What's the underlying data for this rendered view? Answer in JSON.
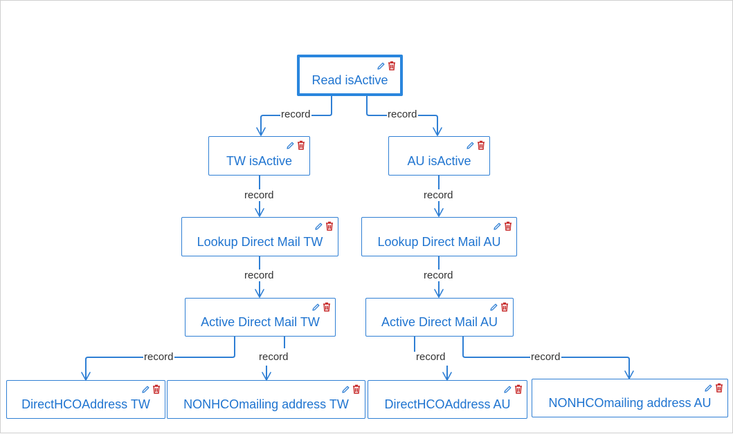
{
  "diagram": {
    "nodes": [
      {
        "id": "read",
        "label": "Read isActive",
        "selected": true
      },
      {
        "id": "tw",
        "label": "TW isActive"
      },
      {
        "id": "au",
        "label": "AU isActive"
      },
      {
        "id": "lookup_tw",
        "label": "Lookup Direct Mail TW"
      },
      {
        "id": "lookup_au",
        "label": "Lookup Direct Mail AU"
      },
      {
        "id": "active_tw",
        "label": "Active Direct Mail TW"
      },
      {
        "id": "active_au",
        "label": "Active Direct Mail AU"
      },
      {
        "id": "hco_tw",
        "label": "DirectHCOAddress TW"
      },
      {
        "id": "nonhco_tw",
        "label": "NONHCOmailing address TW"
      },
      {
        "id": "hco_au",
        "label": "DirectHCOAddress AU"
      },
      {
        "id": "nonhco_au",
        "label": "NONHCOmailing address AU"
      }
    ],
    "edges": [
      {
        "from": "read",
        "to": "tw",
        "label": "record"
      },
      {
        "from": "read",
        "to": "au",
        "label": "record"
      },
      {
        "from": "tw",
        "to": "lookup_tw",
        "label": "record"
      },
      {
        "from": "au",
        "to": "lookup_au",
        "label": "record"
      },
      {
        "from": "lookup_tw",
        "to": "active_tw",
        "label": "record"
      },
      {
        "from": "lookup_au",
        "to": "active_au",
        "label": "record"
      },
      {
        "from": "active_tw",
        "to": "hco_tw",
        "label": "record"
      },
      {
        "from": "active_tw",
        "to": "nonhco_tw",
        "label": "record"
      },
      {
        "from": "active_au",
        "to": "hco_au",
        "label": "record"
      },
      {
        "from": "active_au",
        "to": "nonhco_au",
        "label": "record"
      }
    ],
    "icons": {
      "edit": "pencil-icon",
      "delete": "trash-icon"
    },
    "colors": {
      "accent": "#2f7fd4",
      "node_text": "#1f74d0",
      "delete": "#c62828",
      "edge_label": "#333333"
    }
  }
}
